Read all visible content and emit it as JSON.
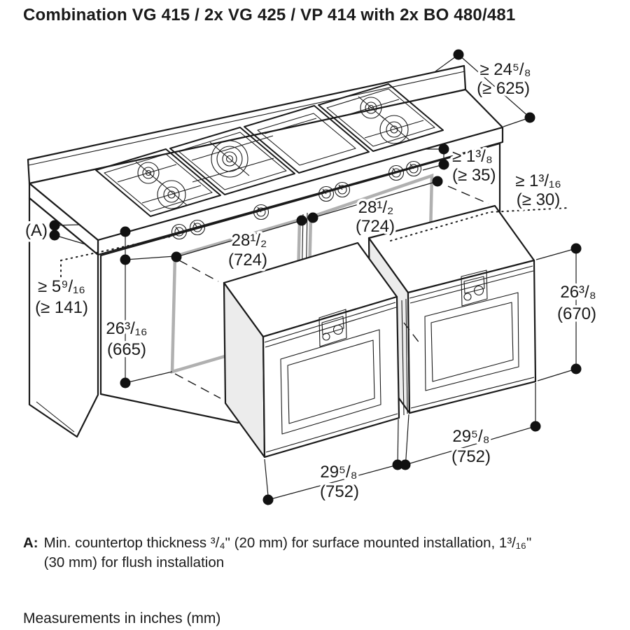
{
  "title": "Combination VG 415 / 2x VG 425 / VP 414 with 2x BO 480/481",
  "annotations": {
    "counter_depth": {
      "line1": "≥ 24⁵/₈",
      "line2": "(≥ 625)"
    },
    "gap_top": {
      "line1": "≥ 1³/₈",
      "line2": "(≥ 35)"
    },
    "gap_side": {
      "line1": "≥ 1³/₁₆",
      "line2": "(≥ 30)"
    },
    "left_clearance": {
      "line1": "≥ 5⁹/₁₆",
      "line2": "(≥ 141)"
    },
    "cutout_height": {
      "line1": "26³/₁₆",
      "line2": "(665)"
    },
    "cutout_width_left": {
      "line1": "28¹/₂",
      "line2": "(724)"
    },
    "cutout_width_right": {
      "line1": "28¹/₂",
      "line2": "(724)"
    },
    "oven_height": {
      "line1": "26³/₈",
      "line2": "(670)"
    },
    "oven_width_left": {
      "line1": "29⁵/₈",
      "line2": "(752)"
    },
    "oven_width_right": {
      "line1": "29⁵/₈",
      "line2": "(752)"
    },
    "marker_a": "(A)"
  },
  "notes": {
    "a_label": "A:",
    "a_line1": "Min. countertop thickness ³/₄\" (20 mm) for surface mounted installation, 1³/₁₆\"",
    "a_line2": "(30 mm) for flush installation",
    "footer": "Measurements in inches (mm)"
  },
  "colors": {
    "line": "#1a1a1a",
    "highlight": "#b0b0b0",
    "shade": "#ececec"
  }
}
